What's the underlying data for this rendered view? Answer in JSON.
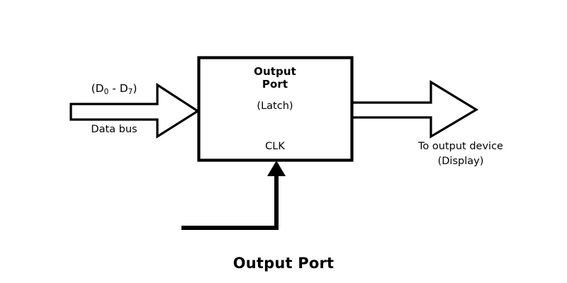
{
  "figure": {
    "caption": "Output Port",
    "background_color": "#ffffff",
    "stroke_color": "#000000"
  },
  "block": {
    "title_line1": "Output",
    "title_line2": "Port",
    "subtitle": "(Latch)",
    "clock_label": "CLK"
  },
  "input_bus": {
    "range_open": "(D",
    "range_sub_low": "0",
    "range_dash": " - D",
    "range_sub_high": "7",
    "range_close": ")",
    "name": "Data bus"
  },
  "output_path": {
    "target_line1": "To output device",
    "target_line2": "(Display)"
  }
}
